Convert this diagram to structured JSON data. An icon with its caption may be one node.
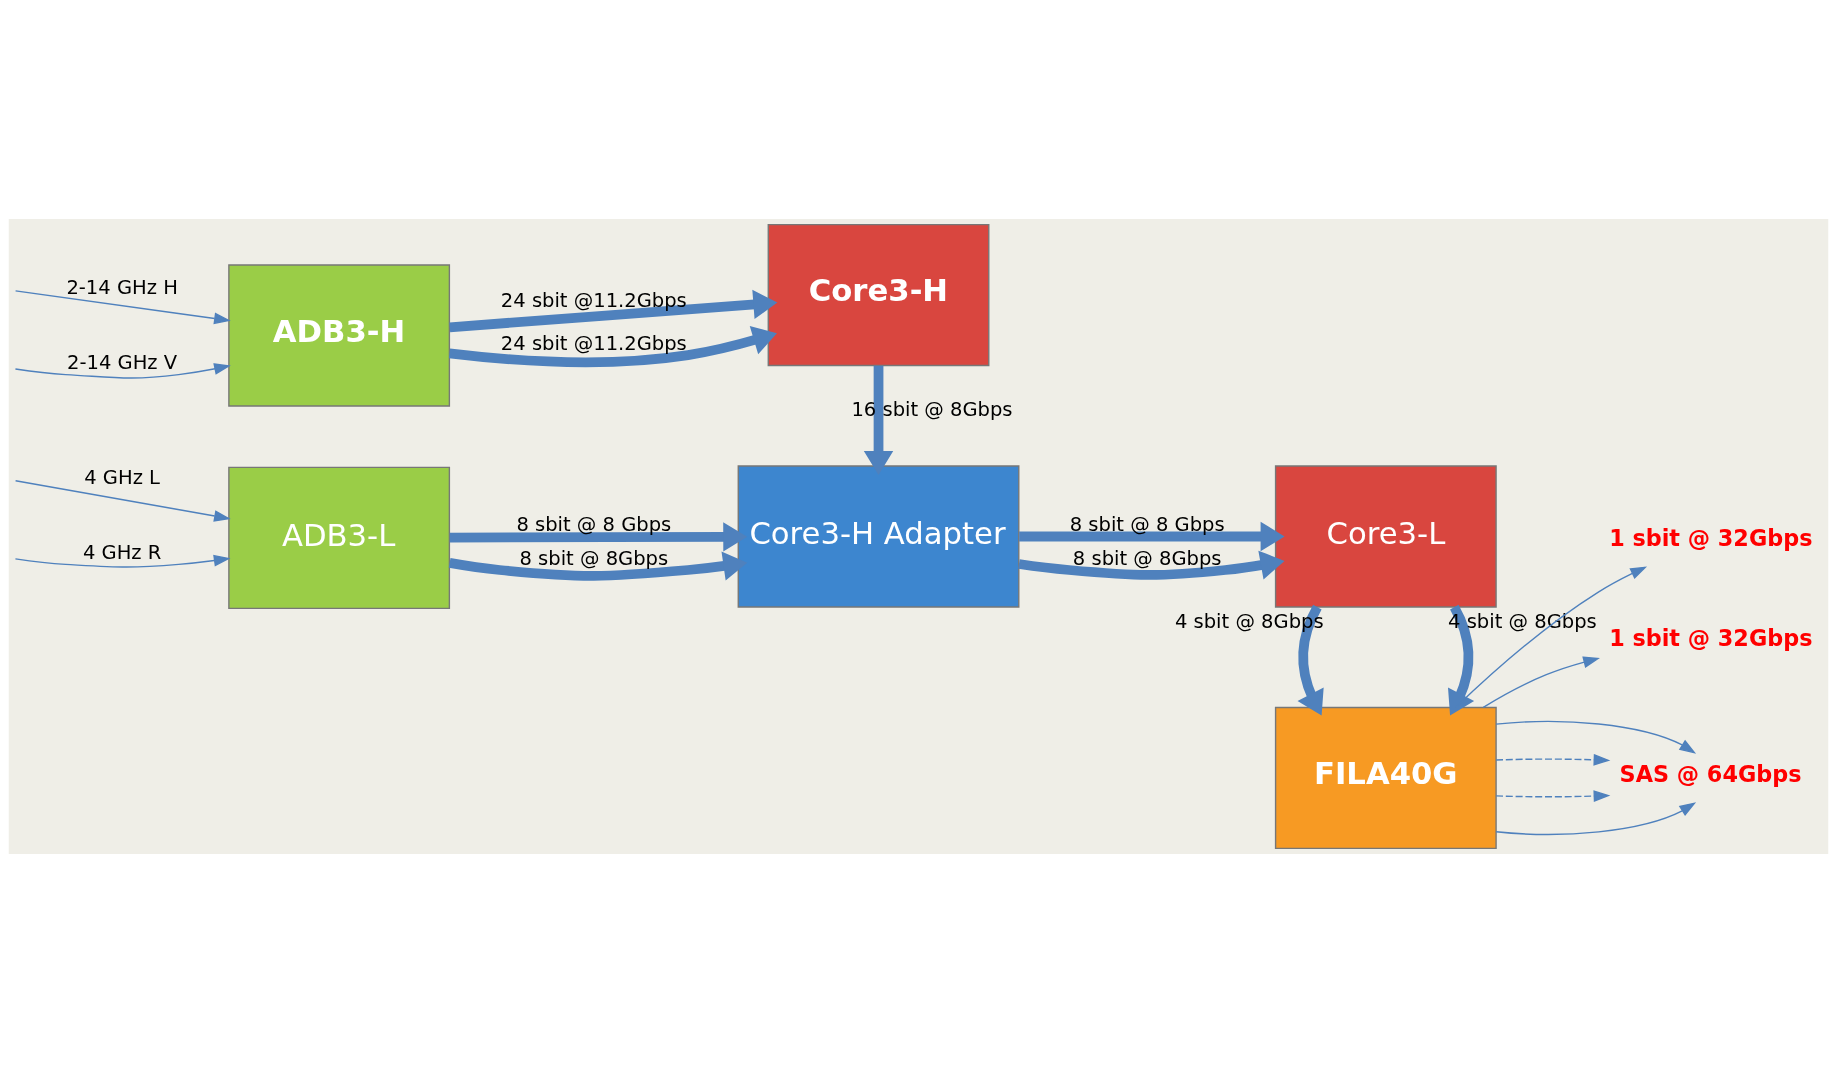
{
  "diagram": {
    "nodes": [
      {
        "text": [
          "ADB3-H"
        ]
      },
      {
        "text": [
          "Core3-H"
        ]
      },
      {
        "text": [
          "ADB3-L"
        ]
      },
      {
        "text": [
          "Core3-H Adapter"
        ]
      },
      {
        "text": [
          "Core3-L"
        ]
      },
      {
        "text": [
          "FILA40G"
        ]
      },
      {
        "text": [
          "1 sbit @ 32Gbps"
        ]
      },
      {
        "text": [
          "1 sbit @ 32Gbps"
        ]
      },
      {
        "text": [
          "SAS @ 64Gbps"
        ]
      }
    ],
    "edges": [
      {
        "from": null,
        "to": 0,
        "arrow": "to",
        "label": "2-14 GHz H"
      },
      {
        "from": null,
        "to": 0,
        "arrow": "to",
        "label": "2-14 GHz V"
      },
      {
        "from": 0,
        "to": 1,
        "arrow": "to",
        "label": "24 sbit @11.2Gbps",
        "style": "thick"
      },
      {
        "from": 0,
        "to": 1,
        "arrow": "to",
        "label": "24 sbit @11.2Gbps",
        "style": "thick"
      },
      {
        "from": 1,
        "to": 3,
        "arrow": "to",
        "label": "16 sbit @ 8Gbps",
        "style": "thick"
      },
      {
        "from": null,
        "to": 2,
        "arrow": "to",
        "label": "4 GHz L"
      },
      {
        "from": null,
        "to": 2,
        "arrow": "to",
        "label": "4 GHz R"
      },
      {
        "from": 2,
        "to": 3,
        "arrow": "to",
        "label": "8 sbit @ 8 Gbps",
        "style": "thick"
      },
      {
        "from": 2,
        "to": 3,
        "arrow": "to",
        "label": "8 sbit @ 8Gbps",
        "style": "thick"
      },
      {
        "from": 3,
        "to": 4,
        "arrow": "to",
        "label": "8 sbit @ 8 Gbps",
        "style": "thick"
      },
      {
        "from": 3,
        "to": 4,
        "arrow": "to",
        "label": "8 sbit @ 8Gbps",
        "style": "thick"
      },
      {
        "from": 4,
        "to": 5,
        "arrow": "to",
        "label": "4 sbit @ 8Gbps",
        "style": "thick"
      },
      {
        "from": 4,
        "to": 5,
        "arrow": "to",
        "label": "4 sbit @ 8Gbps",
        "style": "thick"
      },
      {
        "from": 5,
        "to": 6,
        "arrow": "to"
      },
      {
        "from": 5,
        "to": 7,
        "arrow": "to"
      },
      {
        "from": 5,
        "to": 8,
        "arrow": "to"
      },
      {
        "from": 5,
        "to": 8,
        "arrow": "to",
        "style": "dashed"
      },
      {
        "from": 5,
        "to": 8,
        "arrow": "to",
        "style": "dashed"
      },
      {
        "from": 5,
        "to": 8,
        "arrow": "to"
      }
    ]
  }
}
